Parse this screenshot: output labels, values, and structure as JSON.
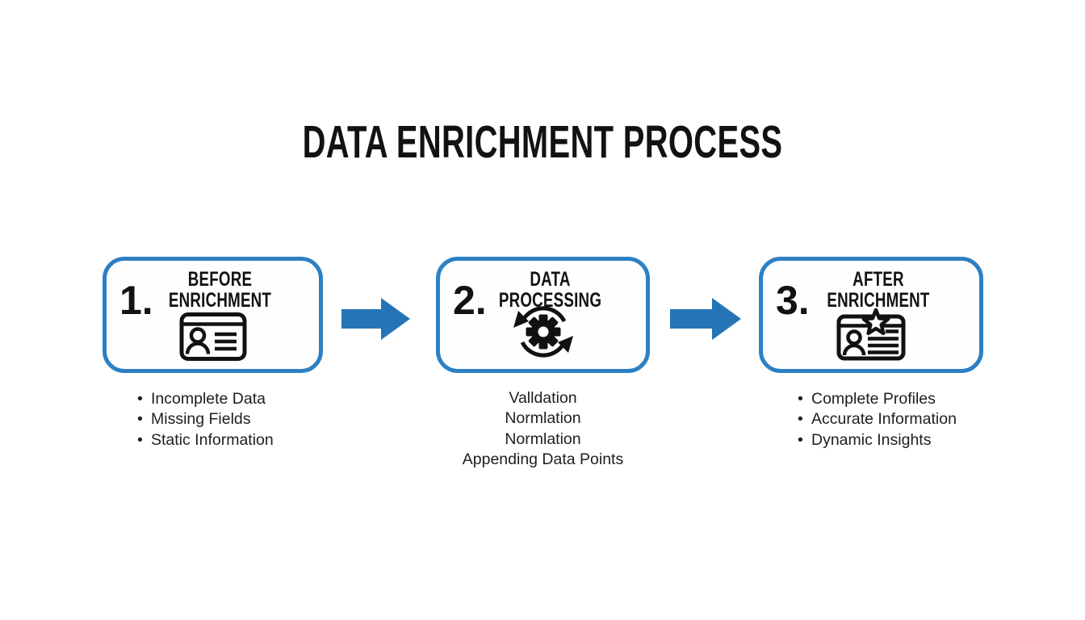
{
  "title": "DATA ENRICHMENT PROCESS",
  "bullet_char": "•",
  "colors": {
    "background": "#ffffff",
    "box_border": "#2d80c4",
    "arrow": "#2574b8",
    "title_text": "#121212",
    "body_text": "#1e1e1e",
    "icon_stroke": "#111111"
  },
  "steps": [
    {
      "number": "1.",
      "title_line1": "BEFORE",
      "title_line2": "ENRICHMENT",
      "icon": "id-card-icon",
      "details_style": "bulleted",
      "details": [
        "Incomplete Data",
        "Missing Fields",
        "Static Information"
      ]
    },
    {
      "number": "2.",
      "title_line1": "DATA",
      "title_line2": "PROCESSING",
      "icon": "gear-sync-icon",
      "details_style": "centered",
      "details": [
        "Valldation",
        "Normlation",
        "Normlation",
        "Appending Data Points"
      ]
    },
    {
      "number": "3.",
      "title_line1": "AFTER",
      "title_line2": "ENRICHMENT",
      "icon": "id-card-star-icon",
      "details_style": "bulleted",
      "details": [
        "Complete Profiles",
        "Accurate Information",
        "Dynamic Insights"
      ]
    }
  ]
}
